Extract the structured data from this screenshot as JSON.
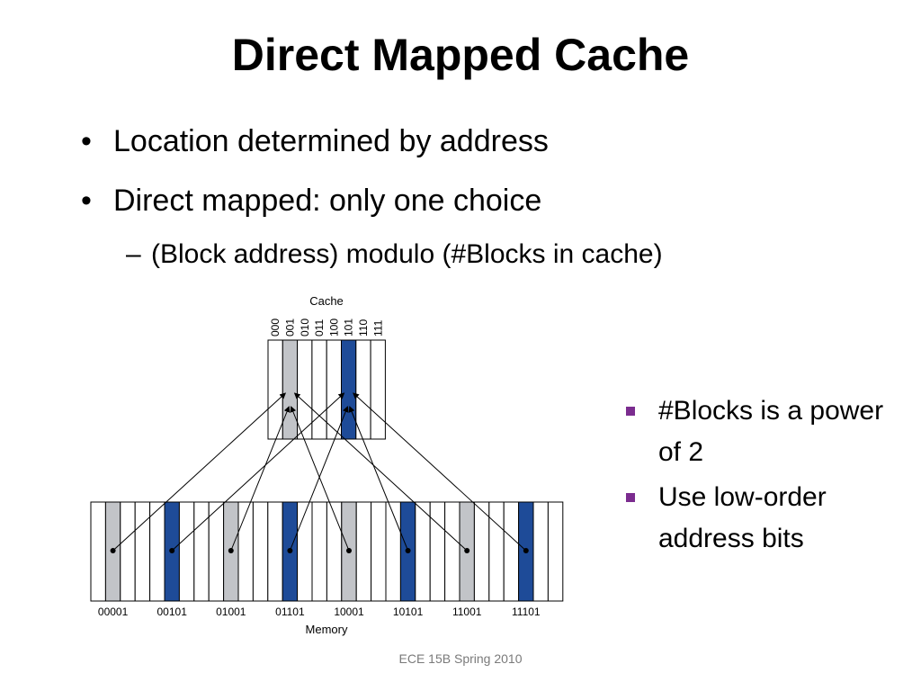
{
  "slide": {
    "title": "Direct Mapped Cache",
    "bullets": [
      "Location determined by address",
      "Direct mapped: only one choice"
    ],
    "sub_bullet": "(Block address) modulo (#Blocks in cache)",
    "bullet_symbol": "•",
    "dash_symbol": "–",
    "right_bullets": [
      "#Blocks is a power of 2",
      "Use low-order address bits"
    ],
    "right_bullet_color": "#7b2c8f",
    "footer": "ECE 15B Spring 2010"
  },
  "diagram": {
    "cache_title": "Cache",
    "memory_title": "Memory",
    "cache_indices": [
      "000",
      "001",
      "010",
      "011",
      "100",
      "101",
      "110",
      "111"
    ],
    "memory_labels": [
      "00001",
      "00101",
      "01001",
      "01101",
      "10001",
      "10101",
      "11001",
      "11101"
    ],
    "colors": {
      "gray": "#c2c4c8",
      "blue": "#1e4b98",
      "line": "#000000"
    }
  }
}
